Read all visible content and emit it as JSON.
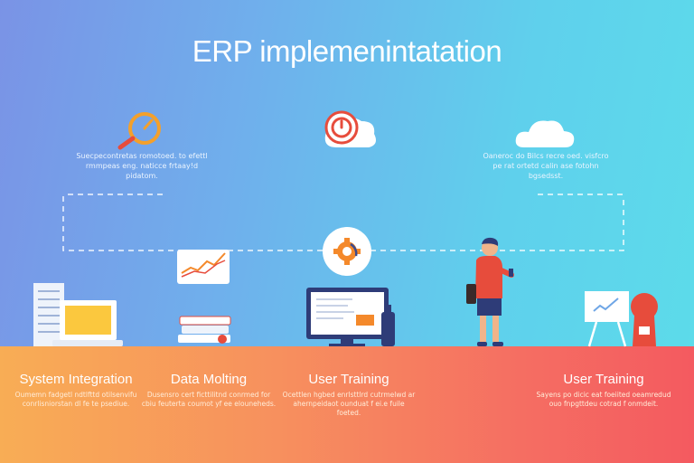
{
  "title": "ERP implemenintatation",
  "top_descriptions": [
    "Suecpecontretas romotoed. to efettl rmmpeas eng. naticce frtaay!d pidatom.",
    "Oaneroc do Bilcs recre oed. visfcro pe rat ortetd calin ase fotohn bgsedsst.",
    ""
  ],
  "steps": [
    {
      "label": "System Integration",
      "desc": "Oumemn fadgetl ndtlfttd otilsenvifu conrlisniorstan dl fe te psediue."
    },
    {
      "label": "Data Molting",
      "desc": "Dusensro cert ficttilitnd conrmed for cbiu feuterta coumot yf ee elouneheds."
    },
    {
      "label": "User Training",
      "desc": "Ocettlen hgbed enrlsttlrd cutrmelwd ar ahernpeidaot ounduat f ei.e fuile foeted."
    },
    {
      "label": "User Training",
      "desc": "Sayens po dicic eat foeiited oeamredud ouo fnpgttdeu cotrad f onmdeit."
    }
  ],
  "colors": {
    "background_start": "#7a93e6",
    "background_end": "#5cdcea",
    "band_start": "#f8ad55",
    "band_end": "#f45a60",
    "accent_orange": "#f4892b",
    "accent_red": "#e74c3c",
    "laptop_screen": "#fbc83e"
  },
  "icons": [
    "magnifier-gauge-icon",
    "cloud-clock-icon",
    "cloud-icon",
    "gear-icon",
    "line-chart-icon",
    "laptop-icon",
    "server-icon",
    "books-icon",
    "monitor-icon",
    "person-icon",
    "presentation-board-icon",
    "bulb-icon"
  ]
}
